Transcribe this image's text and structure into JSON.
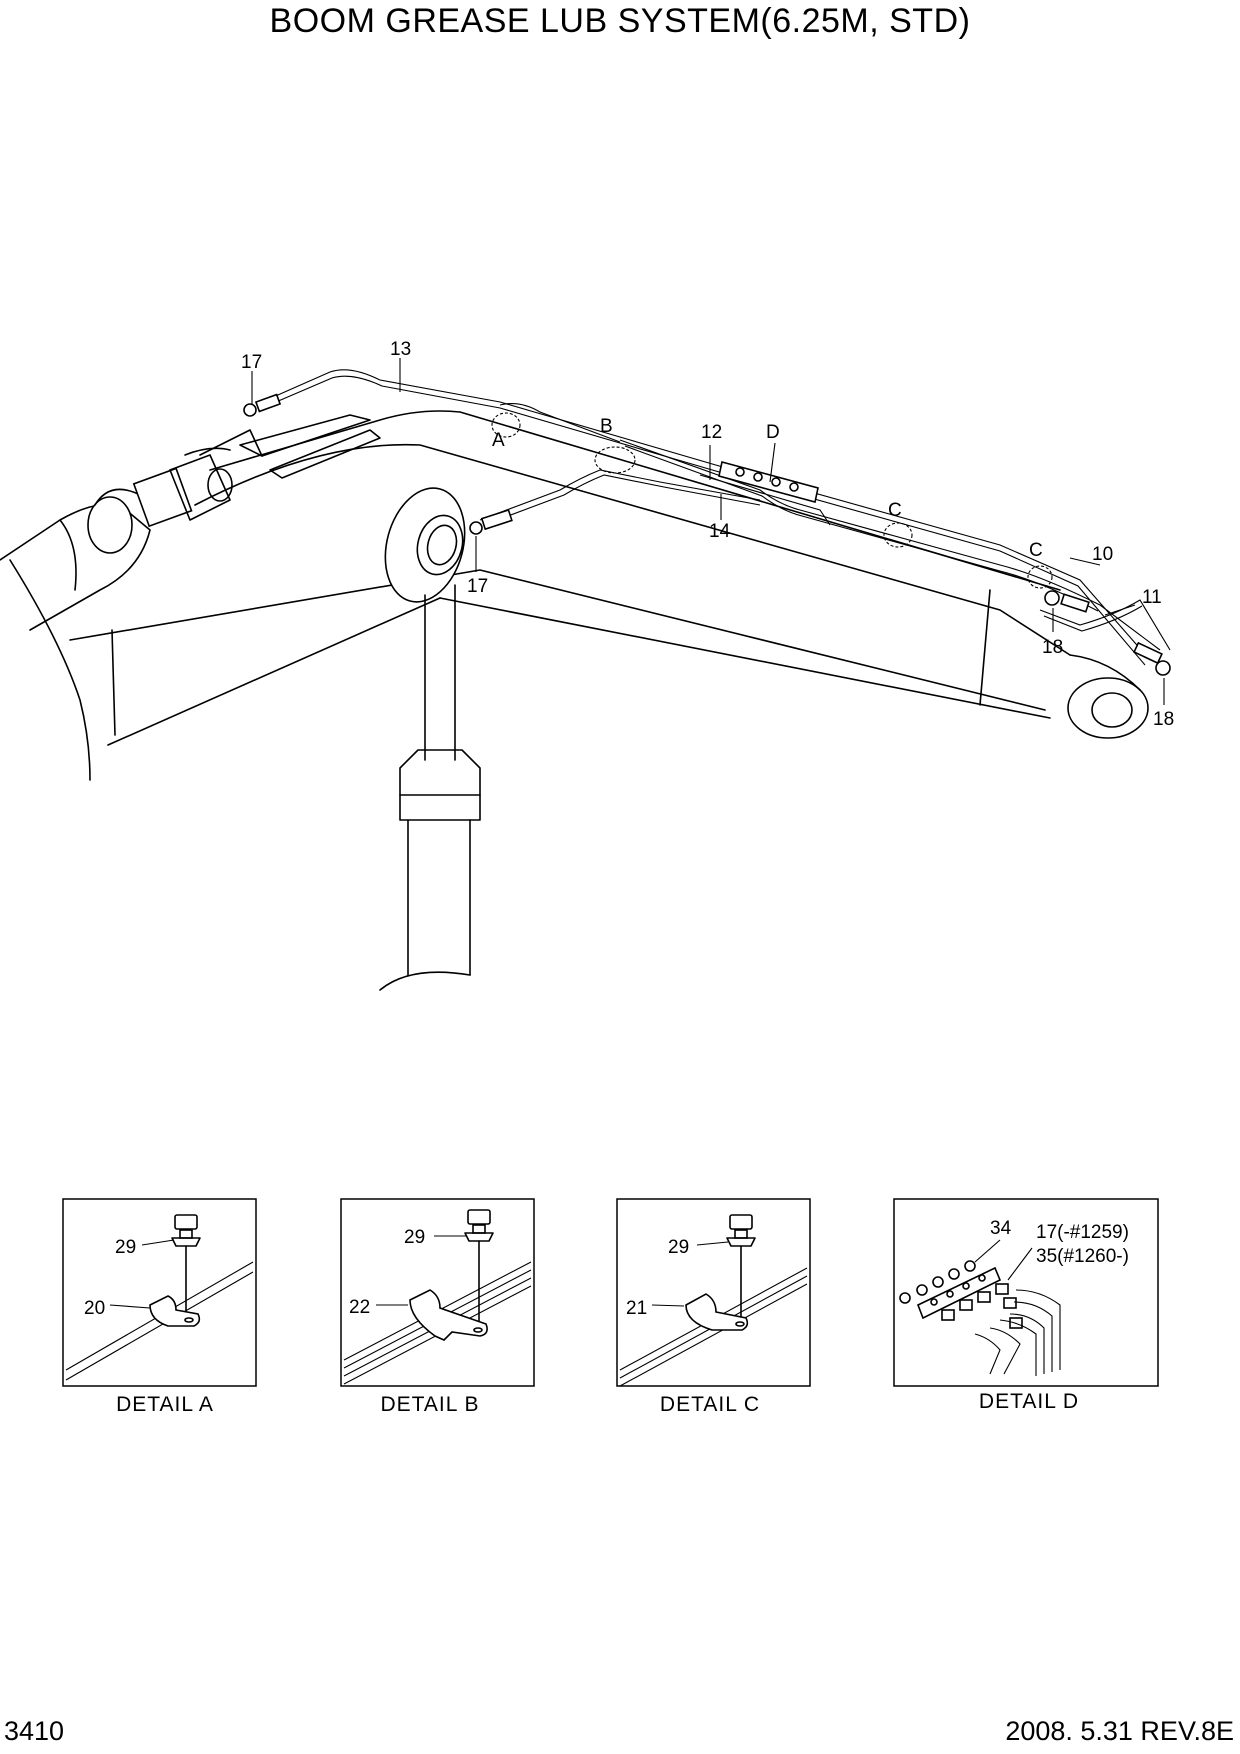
{
  "header": {
    "title": "BOOM GREASE LUB SYSTEM(6.25M, STD)"
  },
  "footer": {
    "page_number": "3410",
    "date_revision": "2008. 5.31  REV.8E"
  },
  "callouts": {
    "c13": "13",
    "c17a": "17",
    "c17b": "17",
    "cA": "A",
    "cB": "B",
    "c12": "12",
    "cD": "D",
    "c14": "14",
    "cC1": "C",
    "cC2": "C",
    "c10": "10",
    "c11": "11",
    "c18a": "18",
    "c18b": "18"
  },
  "details": [
    {
      "label": "DETAIL  A",
      "callouts": [
        "29",
        "20"
      ]
    },
    {
      "label": "DETAIL  B",
      "callouts": [
        "29",
        "22"
      ]
    },
    {
      "label": "DETAIL  C",
      "callouts": [
        "29",
        "21"
      ]
    },
    {
      "label": "DETAIL  D",
      "callouts": [
        "34",
        "17(-#1259)",
        "35(#1260-)"
      ]
    }
  ]
}
